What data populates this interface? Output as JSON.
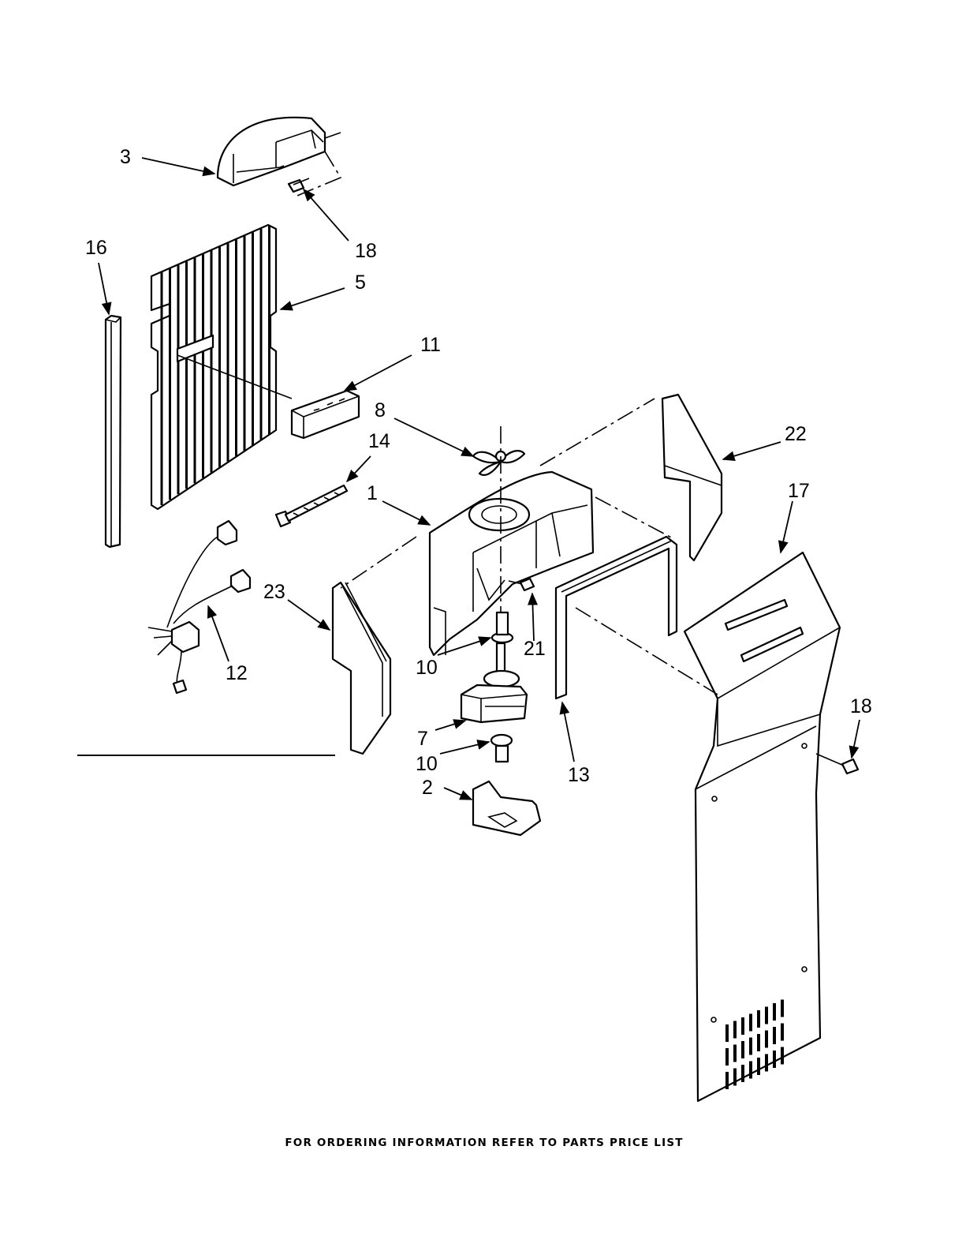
{
  "callouts": {
    "c1": "1",
    "c2": "2",
    "c3": "3",
    "c5": "5",
    "c7": "7",
    "c8": "8",
    "c10a": "10",
    "c10b": "10",
    "c11": "11",
    "c12": "12",
    "c13": "13",
    "c14": "14",
    "c16": "16",
    "c17": "17",
    "c18a": "18",
    "c18b": "18",
    "c21": "21",
    "c22": "22",
    "c23": "23"
  },
  "footer": "FOR ORDERING INFORMATION REFER TO PARTS PRICE LIST"
}
